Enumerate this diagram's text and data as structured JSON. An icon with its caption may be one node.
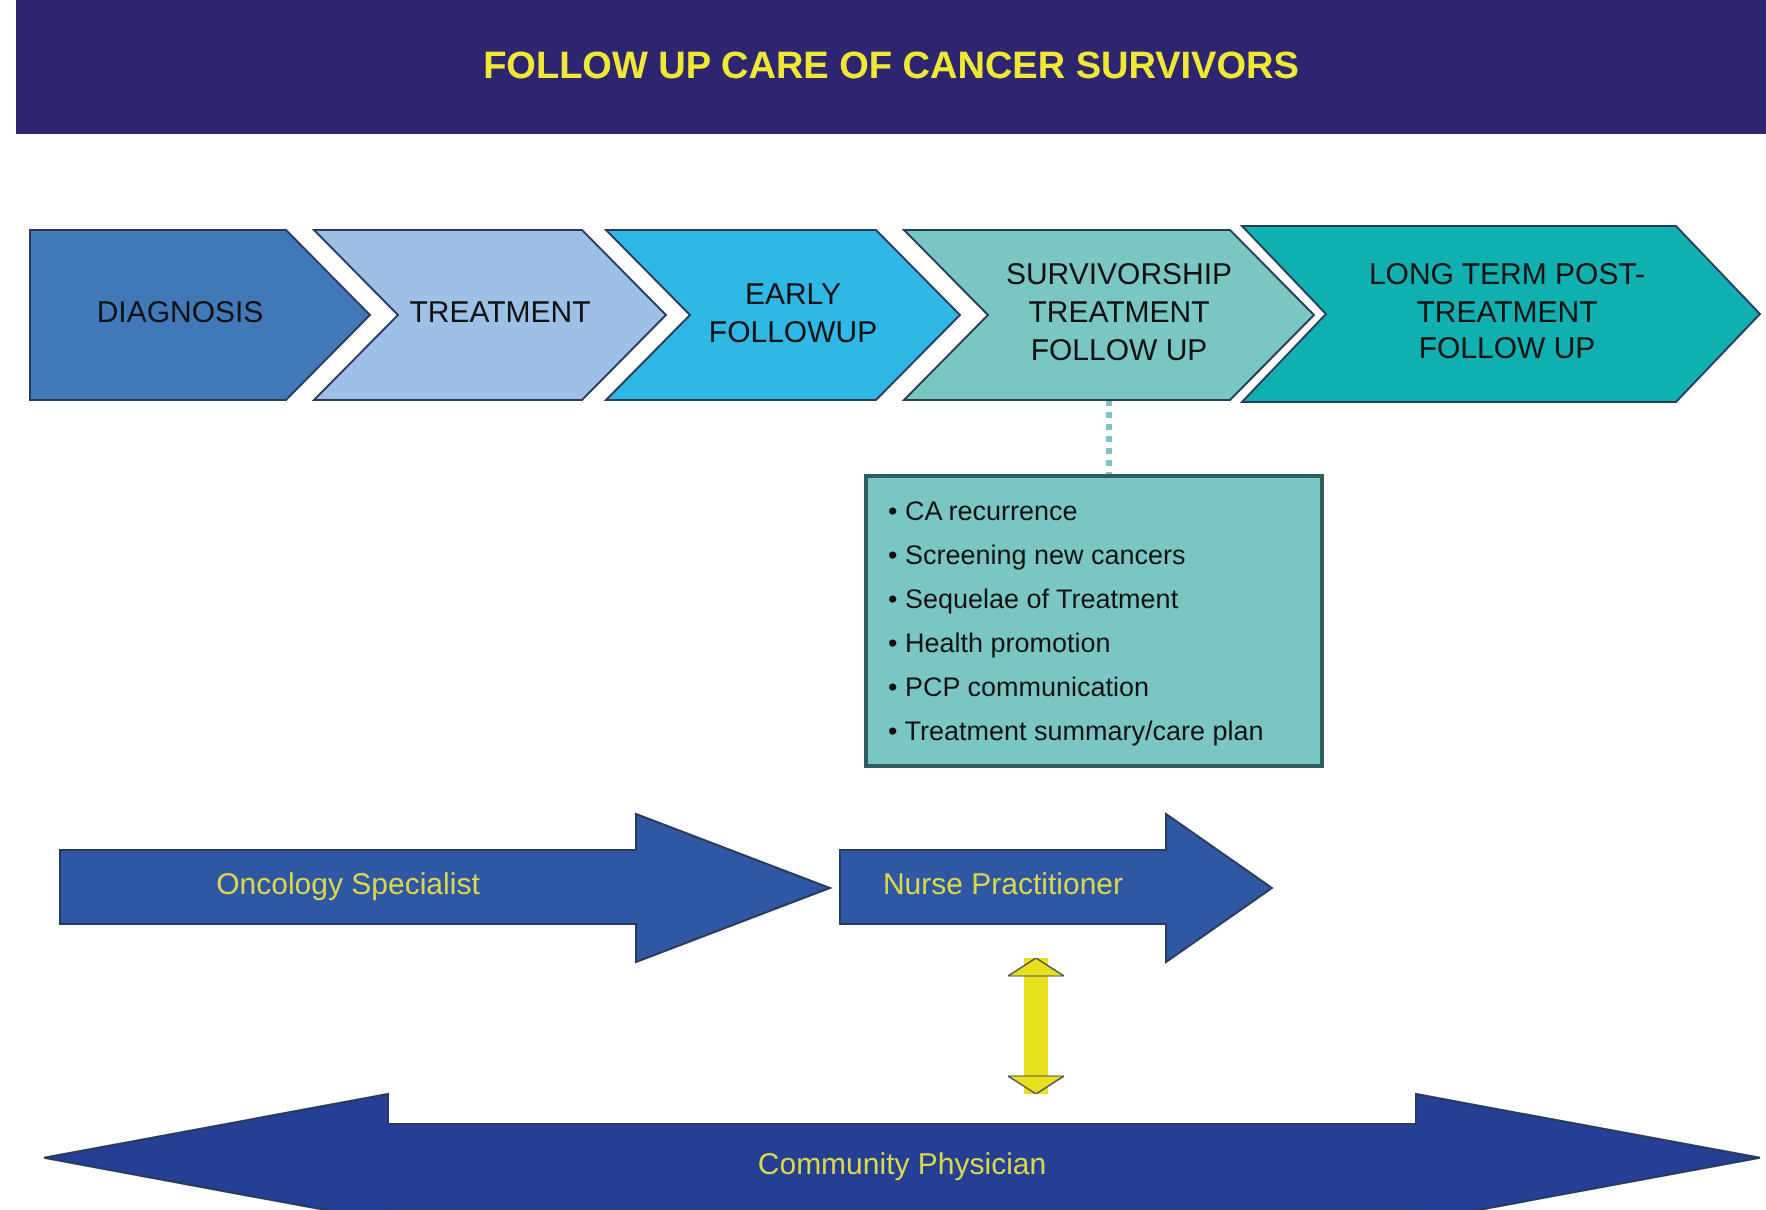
{
  "diagram": {
    "title": "FOLLOW UP CARE OF CANCER SURVIVORS",
    "nodes": [
      {
        "text": [
          "DIAGNOSIS"
        ]
      },
      {
        "text": [
          "TREATMENT"
        ]
      },
      {
        "text": [
          "EARLY FOLLOWUP"
        ]
      },
      {
        "text": [
          "SURVIVORSHIP TREATMENT FOLLOW UP"
        ]
      },
      {
        "text": [
          "LONG TERM POST-TREATMENT FOLLOW UP"
        ]
      },
      {
        "text": [
          "• CA recurrence",
          "• Screening new cancers",
          "• Sequelae of Treatment",
          "• Health promotion",
          "• PCP communication",
          "• Treatment summary/care plan"
        ]
      },
      {
        "text": [
          "Oncology Specialist"
        ]
      },
      {
        "text": [
          "Nurse Practitioner"
        ]
      },
      {
        "text": [
          "Community Physician"
        ]
      }
    ],
    "edges": [
      {
        "from": 3,
        "to": 5,
        "arrow": "none",
        "style": "dashed",
        "color": "#7ac6c2"
      },
      {
        "from": 7,
        "to": 8,
        "arrow": "both",
        "style": "thick",
        "color": "#e8e21e"
      }
    ]
  }
}
